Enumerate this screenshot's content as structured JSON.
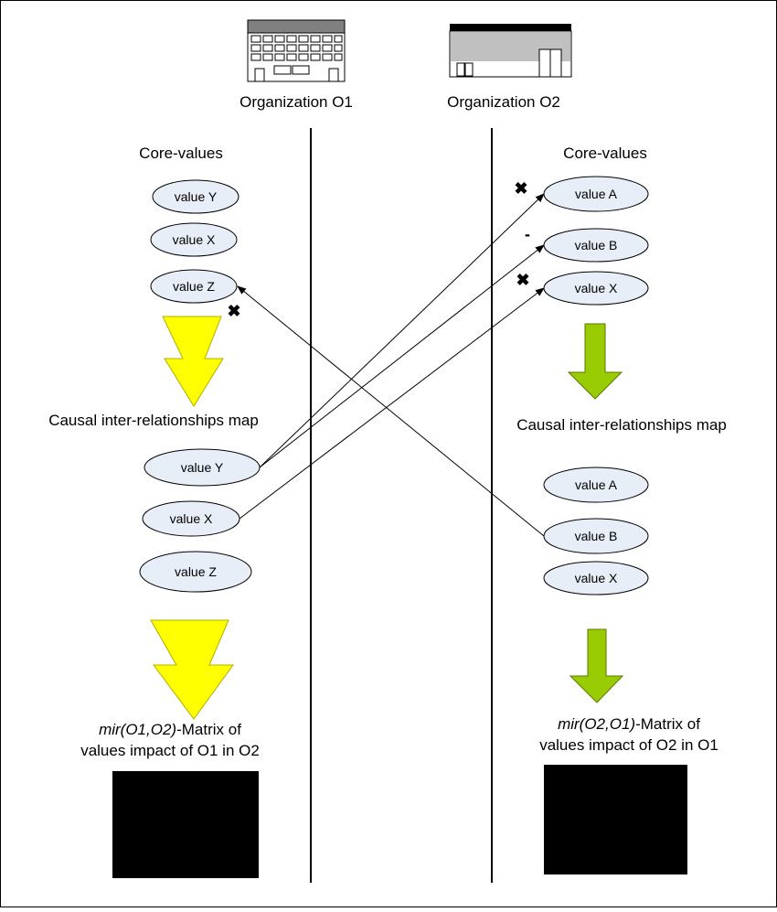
{
  "organizations": {
    "o1": {
      "name": "Organization O1",
      "core_values_heading": "Core-values",
      "core_values": [
        "value Y",
        "value X",
        "value Z"
      ],
      "map_heading": "Causal inter-relationships map",
      "map_values": [
        "value Y",
        "value X",
        "value Z"
      ],
      "matrix_title_italic": "mir(O1,O2)",
      "matrix_title_rest": "-Matrix of",
      "matrix_title_line2": "values impact of O1 in O2",
      "arrow_color": "#ffff00"
    },
    "o2": {
      "name": "Organization O2",
      "core_values_heading": "Core-values",
      "core_values": [
        "value A",
        "value B",
        "value X"
      ],
      "map_heading": "Causal inter-relationships map",
      "map_values": [
        "value A",
        "value B",
        "value X"
      ],
      "matrix_title_italic": "mir(O2,O1)",
      "matrix_title_rest": "-Matrix of",
      "matrix_title_line2": "values impact of O2 in O1",
      "arrow_color": "#99cc00"
    }
  },
  "impact_marks": {
    "o1_to_o2_value_a": "✖",
    "o1_to_o2_value_b": "-",
    "o1_to_o2_value_x": "✖",
    "o2_to_o1_value_z": "✖"
  },
  "colors": {
    "oval_fill": "#e8eef8",
    "matrix_fill": "#000000"
  }
}
